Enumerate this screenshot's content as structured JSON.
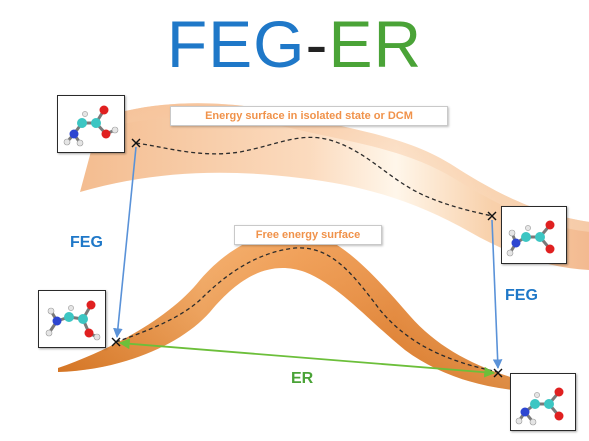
{
  "title": {
    "part1": "FEG",
    "separator": "-",
    "part2": "ER"
  },
  "labels": {
    "upper_surface": "Energy surface in isolated state or DCM",
    "lower_surface": "Free energy surface",
    "feg_left": "FEG",
    "feg_right": "FEG",
    "er": "ER"
  },
  "colors": {
    "feg": "#1f78c8",
    "er": "#4aa337",
    "upper_surface": "#f6c9a0",
    "lower_surface": "#e88a33",
    "label_text": "#f0924a",
    "feg_arrow": "#5a92d8",
    "er_arrow": "#6cbf3a"
  },
  "markers": {
    "point": "cross-marker",
    "path": "dashed-path"
  },
  "molecules": {
    "icon": "molecule-icon",
    "count": 4
  }
}
